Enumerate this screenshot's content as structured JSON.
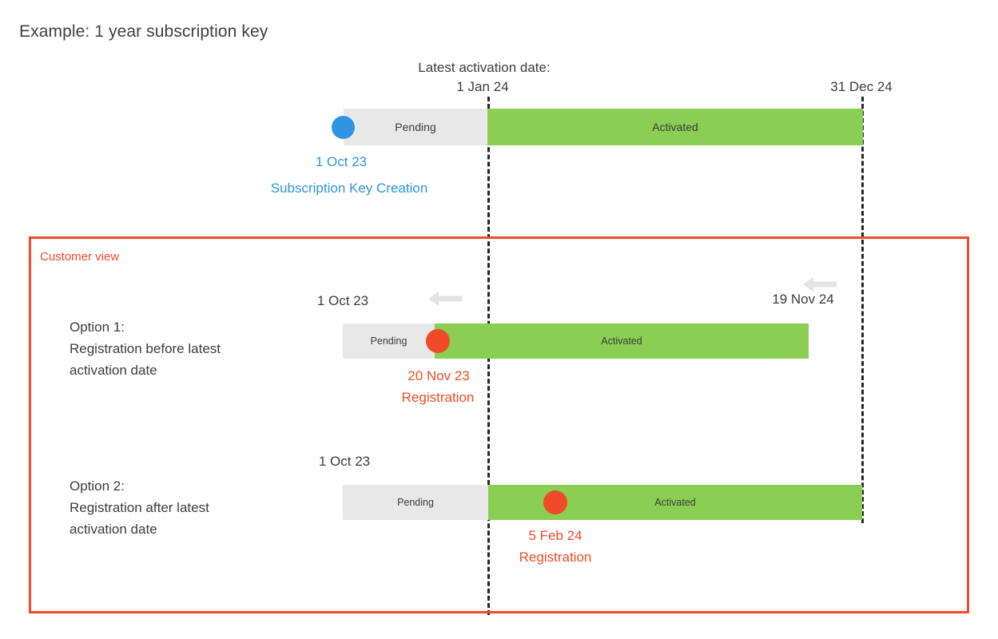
{
  "title": "Example: 1 year subscription key",
  "colors": {
    "pending": "#e8e8e8",
    "activated": "#8ace54",
    "creation_dot": "#2d95e3",
    "registration_dot": "#f04b28",
    "customer_box_border": "#f04b28",
    "guide_line": "#262626",
    "arrow": "#e3e3e3"
  },
  "top_timeline": {
    "latest_activation_caption": "Latest activation date:",
    "latest_activation_date": "1 Jan 24",
    "end_date": "31 Dec 24",
    "pending_label": "Pending",
    "activated_label": "Activated",
    "creation_date": "1 Oct 23",
    "creation_caption": "Subscription Key Creation",
    "creation_dot_name": "subscription-key-creation-dot"
  },
  "customer_view": {
    "label": "Customer view",
    "options": [
      {
        "id": "option-1",
        "desc_line1": "Option 1:",
        "desc_line2": "Registration before latest",
        "desc_line3": "activation date",
        "start_date": "1 Oct 23",
        "end_date": "19 Nov 24",
        "pending_label": "Pending",
        "activated_label": "Activated",
        "registration_date": "20 Nov 23",
        "registration_caption": "Registration",
        "arrow_left_name": "shift-left-arrow-icon",
        "arrow_right_name": "shift-left-arrow-icon"
      },
      {
        "id": "option-2",
        "desc_line1": "Option 2:",
        "desc_line2": "Registration after latest",
        "desc_line3": "activation date",
        "start_date": "1 Oct 23",
        "pending_label": "Pending",
        "activated_label": "Activated",
        "registration_date": "5 Feb 24",
        "registration_caption": "Registration"
      }
    ]
  }
}
